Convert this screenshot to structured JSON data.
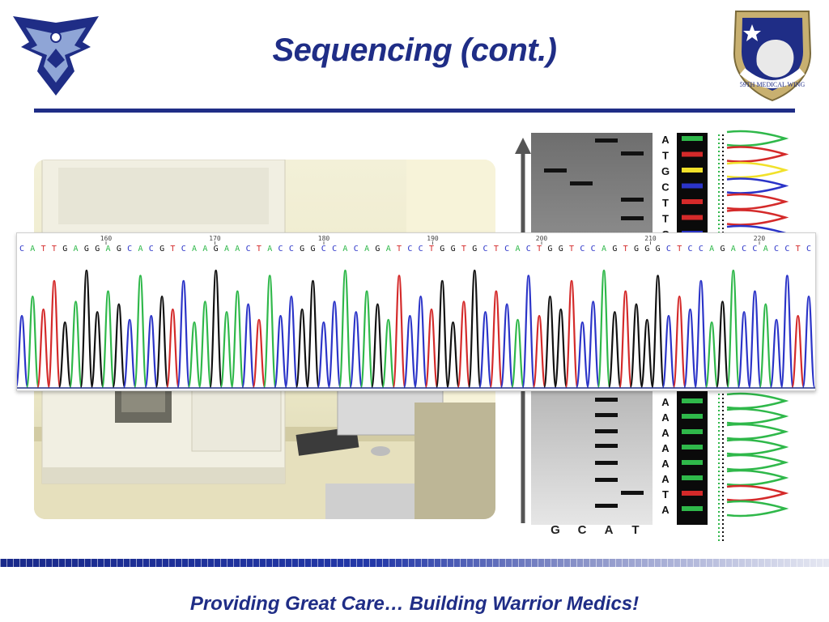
{
  "slide": {
    "title": "Sequencing (cont.)",
    "footer_text": "Providing Great Care… Building Warrior Medics!"
  },
  "logos": {
    "left": {
      "name": "Air Force wings emblem",
      "color": "#1f2d86"
    },
    "right": {
      "name": "59th Medical Wing shield",
      "text": "59TH MEDICAL WING",
      "color": "#1f2d86"
    }
  },
  "gel": {
    "column_labels": [
      "G",
      "C",
      "A",
      "T"
    ],
    "top_sequence": [
      "A",
      "T",
      "G",
      "C",
      "T",
      "T",
      "C"
    ],
    "bottom_sequence": [
      "A",
      "A",
      "A",
      "A",
      "A",
      "A",
      "T",
      "A"
    ]
  },
  "chromatogram": {
    "position_labels": [
      "160",
      "170",
      "180",
      "190",
      "200",
      "210",
      "220"
    ],
    "sequence": "CATTGAGGAGCACGTCAAGAACTACCGGCCACAGATCCTGGTGCTCACTGGTCCAGTGGGCTCCAGACCACCTC"
  },
  "colors": {
    "A": "#2fb84a",
    "C": "#2b34c8",
    "G": "#111111",
    "T": "#d42a2a",
    "accent": "#1f2d86"
  }
}
